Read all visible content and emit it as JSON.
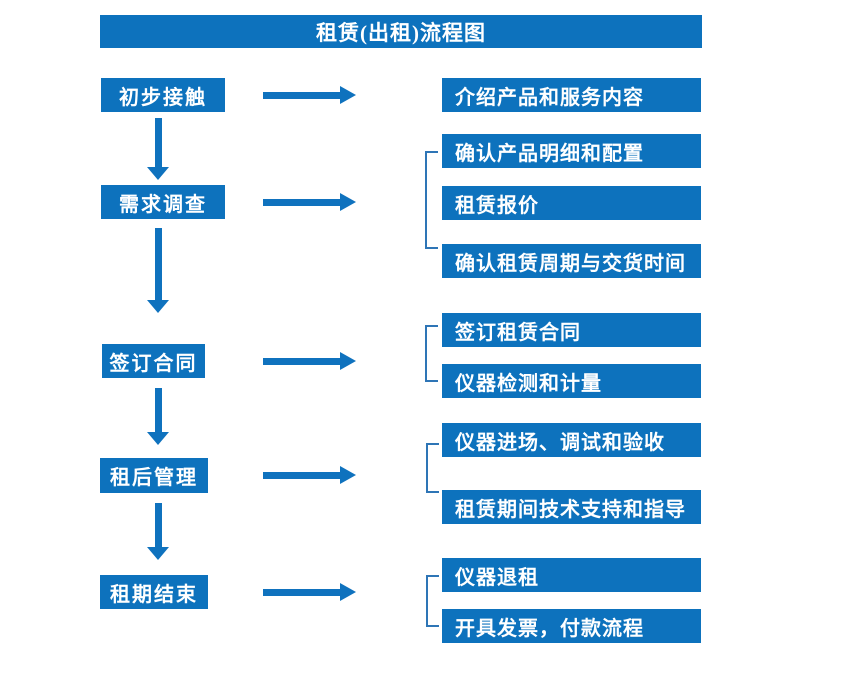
{
  "title": "租赁(出租)流程图",
  "flow": {
    "steps": [
      {
        "label": "初步接触"
      },
      {
        "label": "需求调查"
      },
      {
        "label": "签订合同"
      },
      {
        "label": "租后管理"
      },
      {
        "label": "租期结束"
      }
    ],
    "details": [
      {
        "label": "介绍产品和服务内容"
      },
      {
        "label": "确认产品明细和配置"
      },
      {
        "label": "租赁报价"
      },
      {
        "label": "确认租赁周期与交货时间"
      },
      {
        "label": "签订租赁合同"
      },
      {
        "label": "仪器检测和计量"
      },
      {
        "label": "仪器进场、调试和验收"
      },
      {
        "label": "租赁期间技术支持和指导"
      },
      {
        "label": "仪器退租"
      },
      {
        "label": "开具发票，付款流程"
      }
    ]
  },
  "colors": {
    "box_blue": "#0d72bd",
    "arrow_blue": "#0f72be",
    "bracket_blue": "#2e75b6",
    "text": "#ffffff",
    "background": "#ffffff"
  }
}
